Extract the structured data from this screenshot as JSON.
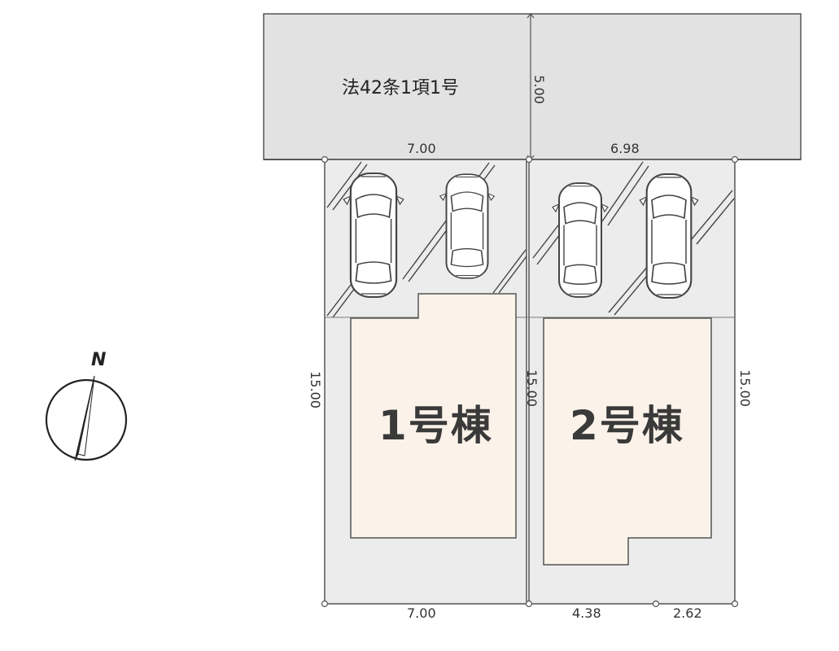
{
  "road": {
    "label": "法42条1項1号",
    "width_label": "5.00"
  },
  "frontage": {
    "lot1": "7.00",
    "lot2": "6.98"
  },
  "depth": {
    "left": "15.00",
    "middle": "15.00",
    "right": "15.00"
  },
  "rear": {
    "lot1": "7.00",
    "lot2_a": "4.38",
    "lot2_b": "2.62"
  },
  "houses": [
    {
      "name": "1号棟"
    },
    {
      "name": "2号棟"
    }
  ],
  "compass": {
    "north_label": "N"
  },
  "colors": {
    "road": "#e2e2e2",
    "lot": "#ececec",
    "house": "#fbf3ea",
    "line": "#555555"
  }
}
